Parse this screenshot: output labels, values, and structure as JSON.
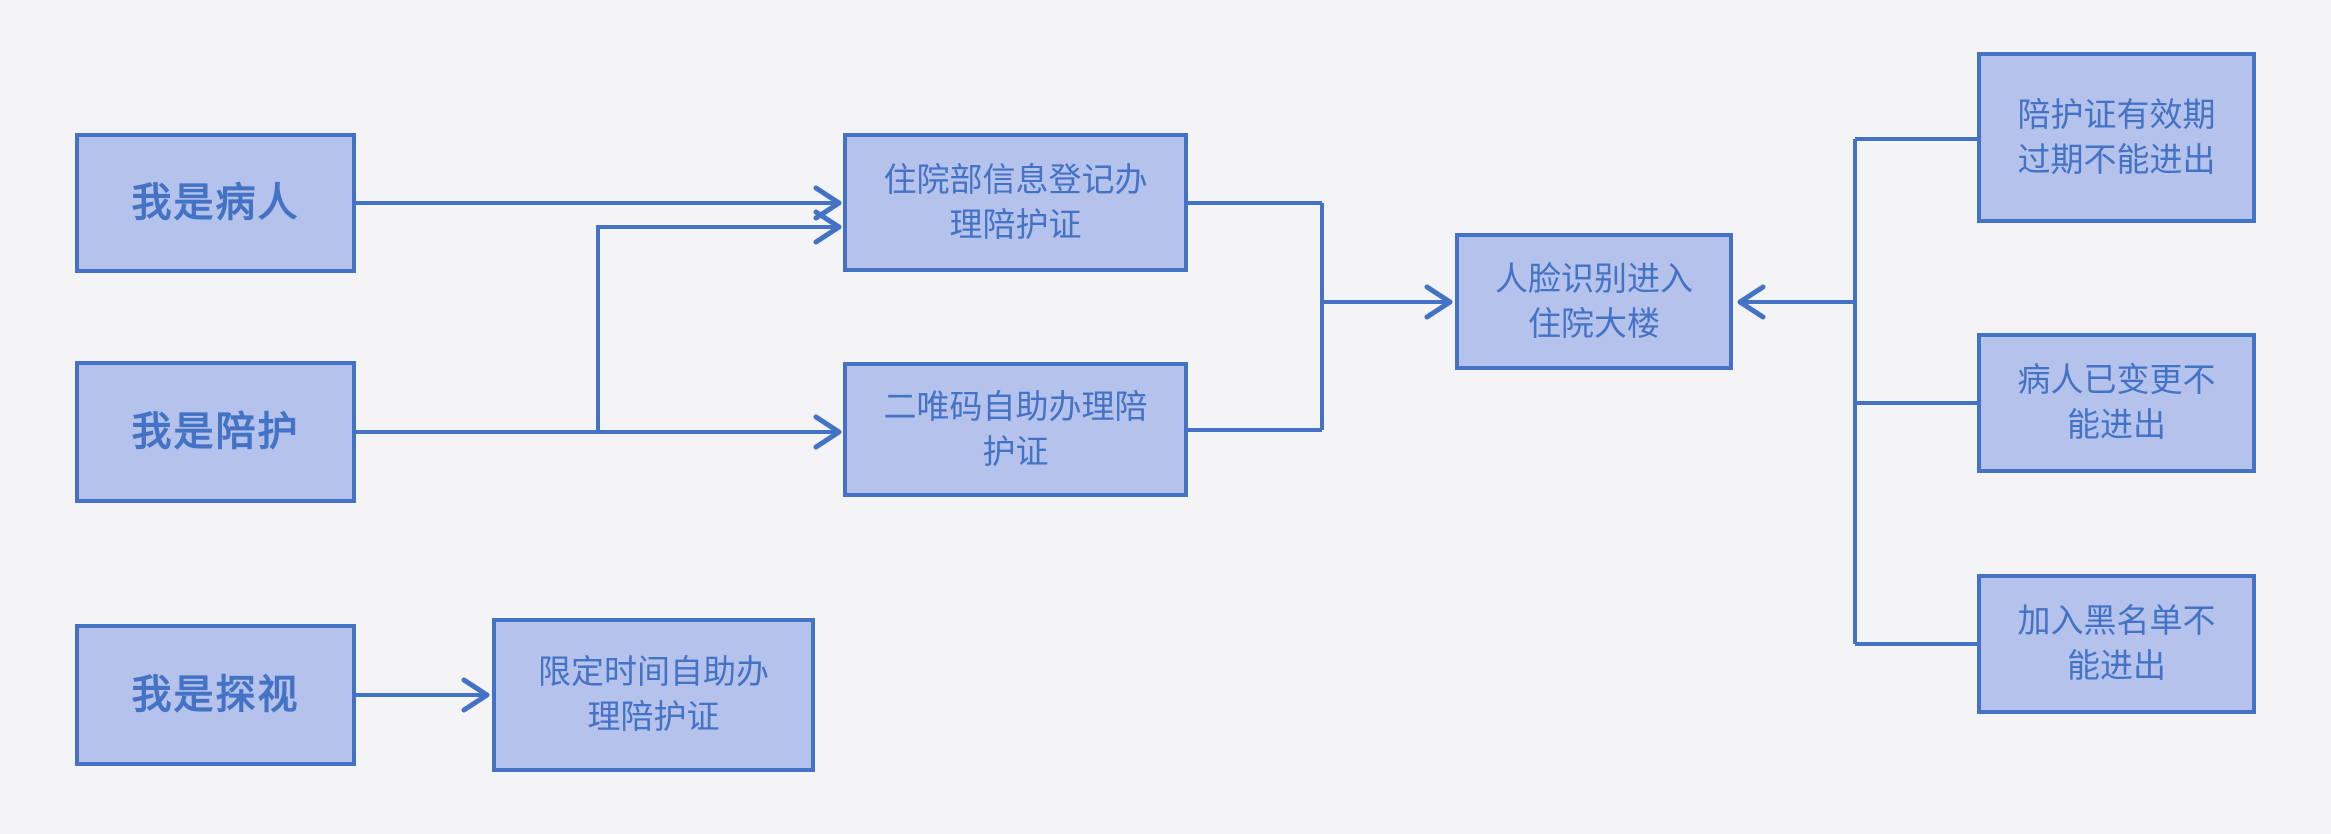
{
  "diagram": {
    "title": "caregiver-pass-entry-flowchart",
    "colors": {
      "background": "#f4f4f6",
      "node_fill": "#b4c2ec",
      "node_border": "#4472c4",
      "connector": "#4472c4",
      "text": "#4472c4"
    },
    "nodes": {
      "patient": {
        "label": "我是病人"
      },
      "caregiver": {
        "label": "我是陪护"
      },
      "visitor": {
        "label": "我是探视"
      },
      "inpatient": {
        "label": "住院部信息登记办\n理陪护证"
      },
      "qr": {
        "label": "二唯码自助办理陪\n护证"
      },
      "limited": {
        "label": "限定时间自助办\n理陪护证"
      },
      "face": {
        "label": "人脸识别进入\n住院大楼"
      },
      "expired": {
        "label": "陪护证有效期\n过期不能进出"
      },
      "changed": {
        "label": "病人已变更不\n能进出"
      },
      "blacklist": {
        "label": "加入黑名单不\n能进出"
      }
    },
    "edges": [
      {
        "from": "patient",
        "to": "inpatient"
      },
      {
        "from": "caregiver",
        "to": "inpatient"
      },
      {
        "from": "caregiver",
        "to": "qr"
      },
      {
        "from": "visitor",
        "to": "limited"
      },
      {
        "from": "inpatient",
        "to": "face"
      },
      {
        "from": "qr",
        "to": "face"
      },
      {
        "from": "expired",
        "to": "face"
      },
      {
        "from": "changed",
        "to": "face"
      },
      {
        "from": "blacklist",
        "to": "face"
      }
    ]
  }
}
